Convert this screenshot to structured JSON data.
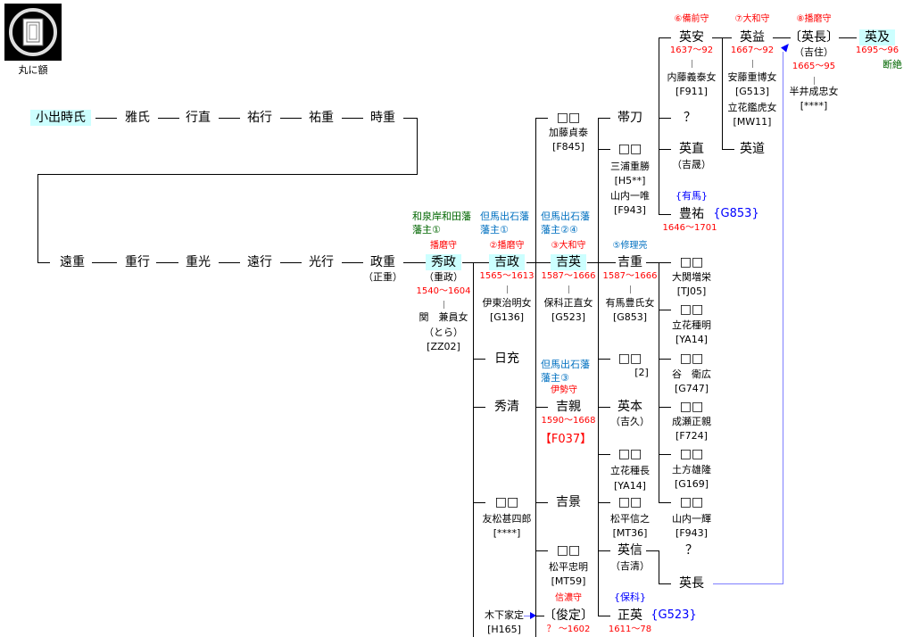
{
  "crest": {
    "label": "丸に額"
  },
  "row1": [
    "小出時氏",
    "雅氏",
    "行直",
    "祐行",
    "祐重",
    "時重"
  ],
  "row2": [
    "遠重",
    "重行",
    "重光",
    "遠行",
    "光行",
    "政重"
  ],
  "masashige_alt": "（正重）",
  "hidemasa": {
    "name": "秀政",
    "alt": "（重政）",
    "title": "播磨守",
    "domain": [
      "和泉岸和田藩",
      "藩主①"
    ],
    "years": "1540～1604",
    "wife": "関　兼員女",
    "wife_alt": "（とら）",
    "wife_code": "[ZZ02]"
  },
  "hidemasa_children": {
    "yoshimasa": {
      "name": "吉政",
      "title": "②播磨守",
      "domain": [
        "但馬出石藩",
        "藩主①"
      ],
      "years": "1565～1613",
      "wife": "伊東治明女",
      "wife_code": "[G136]"
    },
    "nichiju": "日充",
    "hidekiyo": "秀清",
    "unknown": {
      "name": "□□",
      "spouse": "友松甚四郎",
      "code": "[****]"
    },
    "kinoshita": {
      "name": "木下家定",
      "code": "[H165]"
    }
  },
  "yoshimasa_children": {
    "kato": {
      "name": "□□",
      "spouse": "加藤貞泰",
      "code": "[F845]"
    },
    "yoshihide": {
      "name": "吉英",
      "title": "③大和守",
      "domain": [
        "但馬出石藩",
        "藩主②④"
      ],
      "years": "1587～1666",
      "wife": "保科正直女",
      "wife_code": "[G523]"
    },
    "yoshichika": {
      "name": "吉親",
      "title": "伊勢守",
      "domain": [
        "但馬出石藩",
        "藩主③"
      ],
      "years": "1590～1668",
      "code": "【F037】"
    },
    "yoshikage": "吉景",
    "matsudaira": {
      "name": "□□",
      "spouse": "松平忠明",
      "code": "[MT59]"
    },
    "toshisada": {
      "name": "〔俊定〕",
      "title": "信濃守",
      "years": "？ ～1602"
    }
  },
  "yoshihide_children": {
    "tatewaki": "帯刀",
    "miura": {
      "name": "□□",
      "spouse1": "三浦重勝",
      "code1": "[H5**]",
      "spouse2": "山内一唯",
      "code2": "[F943]"
    },
    "yoshishige": {
      "name": "吉重",
      "title": "⑤修理亮",
      "years": "1587～1666",
      "wife": "有馬豊氏女",
      "wife_code": "[G853]"
    },
    "d2": {
      "name": "□□",
      "note": "[2]"
    },
    "hidemoto": {
      "name": "英本",
      "alt": "（吉久）"
    },
    "tachibana": {
      "name": "□□",
      "spouse": "立花種長",
      "code": "[YA14]"
    },
    "matsudaira": {
      "name": "□□",
      "spouse": "松平信之",
      "code": "[MT36]"
    },
    "hidenobu": {
      "name": "英信",
      "alt": "（吉清）"
    },
    "masahide": {
      "name": "正英",
      "adopt": "{保科}",
      "code": "{G523}",
      "years": "1611～78"
    }
  },
  "yoshishige_children": {
    "hideyasu": {
      "name": "英安",
      "title": "⑥備前守",
      "years": "1637～92",
      "wife": "内藤義泰女",
      "wife_code": "[F911]"
    },
    "q": "？",
    "hidenao": {
      "name": "英直",
      "alt": "（吉晟）"
    },
    "toyosuke": {
      "name": "豊祐",
      "adopt": "{有馬}",
      "code": "{G853}",
      "years": "1646～1701"
    },
    "daughters": [
      {
        "name": "□□",
        "spouse": "大関増栄",
        "code": "[TJ05]"
      },
      {
        "name": "□□",
        "spouse": "立花種明",
        "code": "[YA14]"
      },
      {
        "name": "□□",
        "spouse": "谷　衛広",
        "code": "[G747]"
      },
      {
        "name": "□□",
        "spouse": "成瀬正親",
        "code": "[F724]"
      },
      {
        "name": "□□",
        "spouse": "土方雄隆",
        "code": "[G169]"
      },
      {
        "name": "□□",
        "spouse": "山内一輝",
        "code": "[F943]"
      }
    ]
  },
  "hideyasu_children": {
    "hidemasu": {
      "name": "英益",
      "title": "⑦大和守",
      "years": "1667～92",
      "wife1": "安藤重博女",
      "wife1_code": "[G513]",
      "wife2": "立花鑑虎女",
      "wife2_code": "[MW11]"
    },
    "hidemichi": "英道"
  },
  "hidenaga": {
    "name": "〔英長〕",
    "title": "⑧播磨守",
    "alt": "（吉住）",
    "years": "1665～95",
    "wife": "半井成忠女",
    "wife_code": "[****]"
  },
  "hidechika": {
    "name": "英及",
    "years": "1695～96",
    "status": "断絶"
  },
  "hidenobu_children": {
    "q": "？",
    "hidenaga": "英長"
  }
}
